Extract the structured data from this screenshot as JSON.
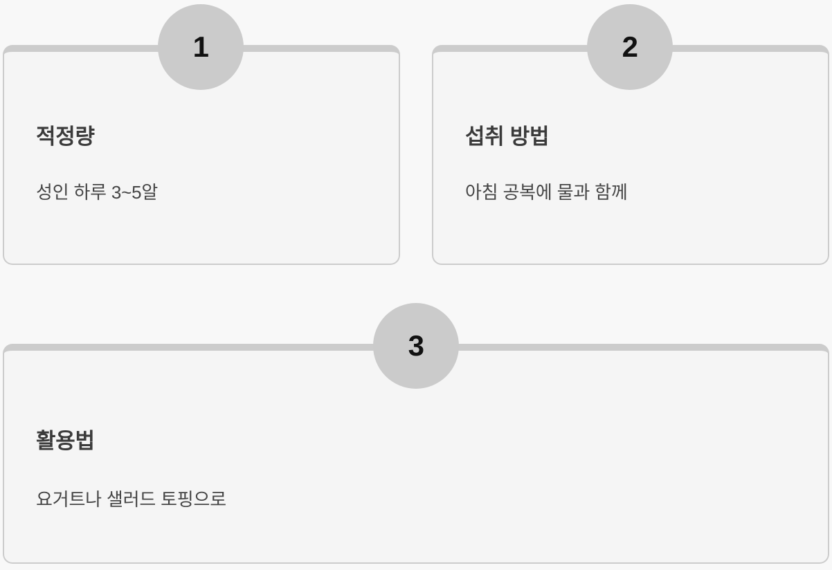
{
  "page": {
    "background_color": "#f8f8f8",
    "layout": "step-cards"
  },
  "theme": {
    "card_background": "#f5f5f5",
    "card_border_color": "#cccccc",
    "badge_background": "#cbcbcb",
    "badge_number_color": "#111111",
    "title_color": "#3b3b3b",
    "body_color": "#454545"
  },
  "cards": [
    {
      "step": "1",
      "title": "적정량",
      "text": "성인 하루 3~5알"
    },
    {
      "step": "2",
      "title": "섭취 방법",
      "text": "아침 공복에 물과 함께"
    },
    {
      "step": "3",
      "title": "활용법",
      "text": "요거트나 샐러드 토핑으로"
    }
  ]
}
